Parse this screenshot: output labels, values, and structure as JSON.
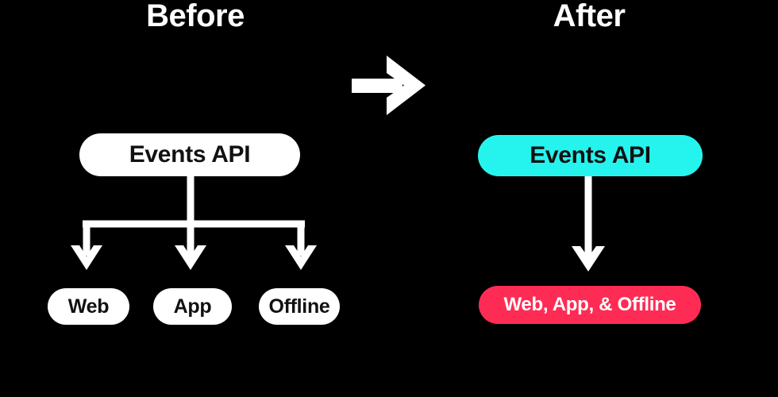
{
  "colors": {
    "background": "#000000",
    "white": "#ffffff",
    "text_dark": "#111111",
    "cyan": "#25F4EE",
    "pink": "#FE2C55"
  },
  "before": {
    "title": "Before",
    "api_label": "Events API",
    "children": [
      "Web",
      "App",
      "Offline"
    ]
  },
  "after": {
    "title": "After",
    "api_label": "Events API",
    "combined_label": "Web, App, & Offline"
  },
  "icons": {
    "transition_arrow": "right-arrow-icon",
    "before_branch_arrows": "down-arrow-icon",
    "after_flow_arrow": "down-arrow-icon"
  }
}
